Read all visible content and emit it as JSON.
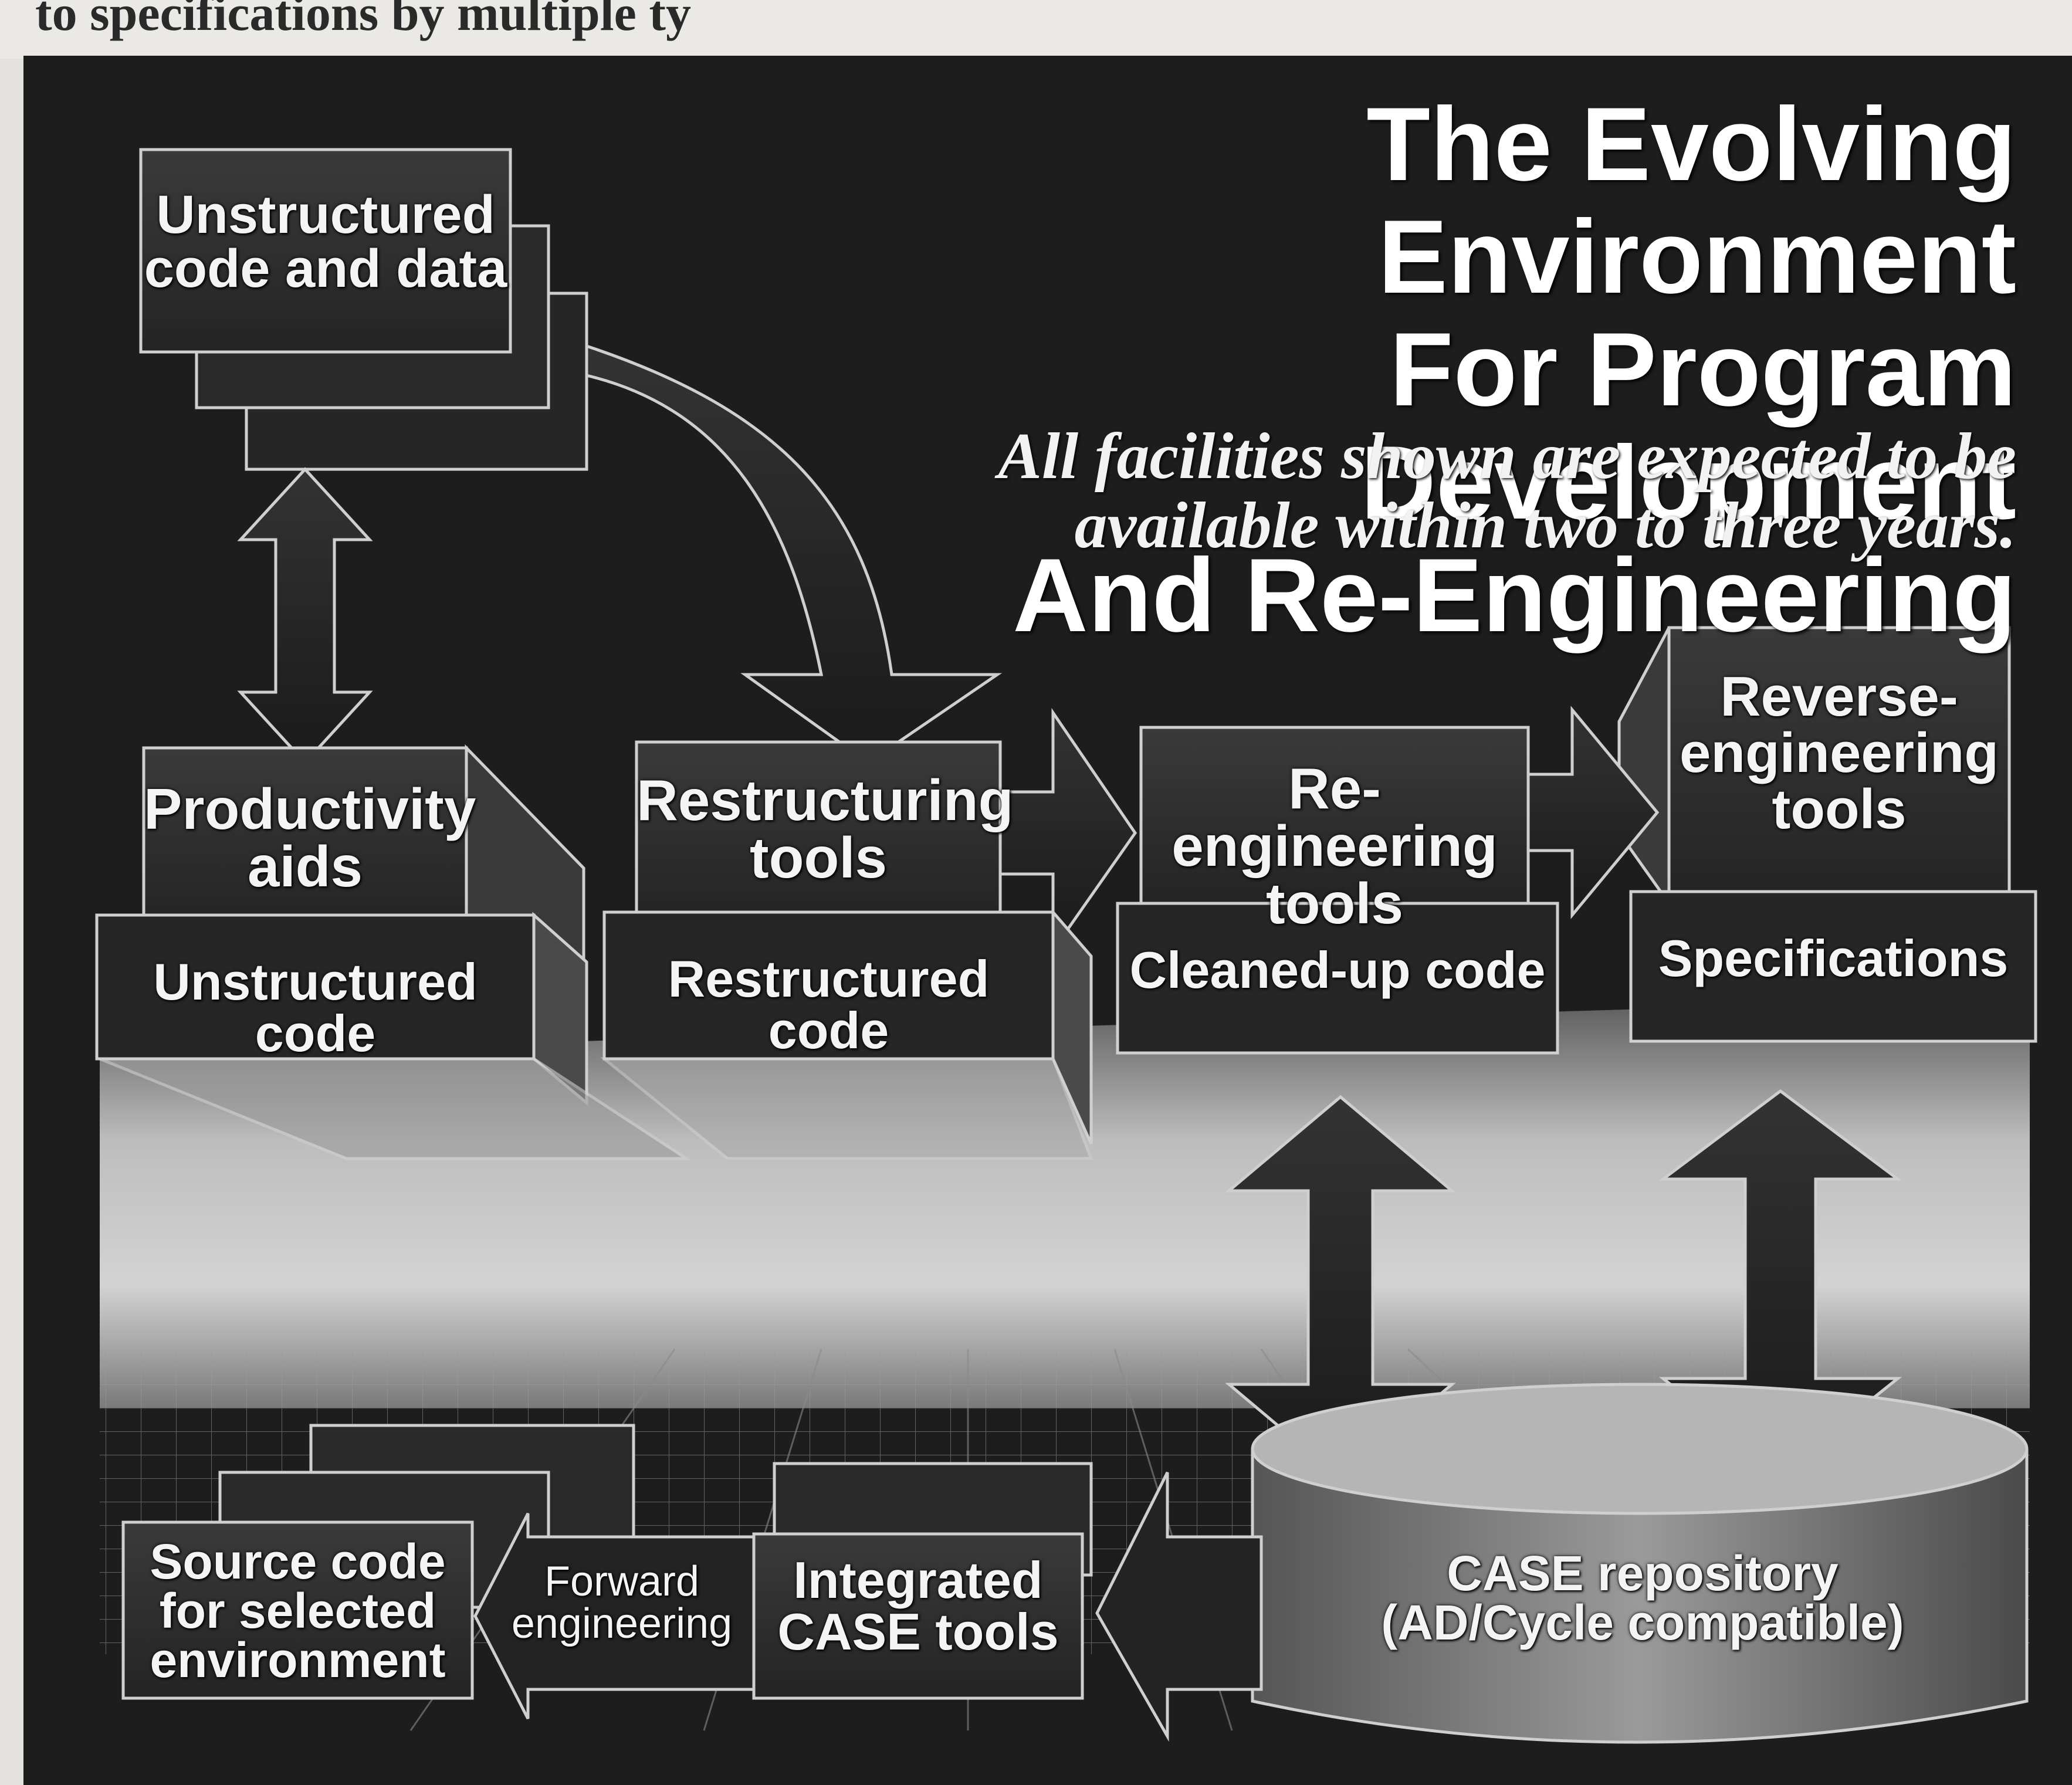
{
  "page": {
    "fragment_text": "to specifications by multiple ty"
  },
  "title": {
    "line1": "The Evolving Environment",
    "line2": "For Program Development",
    "line3": "And Re-Engineering"
  },
  "subtitle": {
    "line1": "All  facilities shown are expected to be",
    "line2": "available within two to three years."
  },
  "nodes": {
    "unstructured_code_data": [
      "Unstructured",
      "code and data"
    ],
    "productivity_aids": [
      "Productivity",
      "aids"
    ],
    "restructuring_tools": [
      "Restructuring",
      "tools"
    ],
    "reengineering_tools": [
      "Re-engineering",
      "tools"
    ],
    "reverse_engineering_tools": [
      "Reverse-",
      "engineering",
      "tools"
    ],
    "unstructured_code": "Unstructured code",
    "restructured_code": "Restructured code",
    "cleaned_up_code": "Cleaned-up code",
    "specifications": "Specifications",
    "source_code": [
      "Source code",
      "for selected",
      "environment"
    ],
    "forward_engineering": [
      "Forward",
      "engineering"
    ],
    "integrated_case_tools": [
      "Integrated",
      "CASE tools"
    ],
    "case_repository": [
      "CASE repository",
      "(AD/Cycle compatible)"
    ]
  },
  "colors": {
    "background": "#1d1d1d",
    "box_face": "#2c2c2c",
    "box_edge": "#cfcfcf",
    "floor_light": "#c9c9c9",
    "text": "#f4f4f4"
  }
}
